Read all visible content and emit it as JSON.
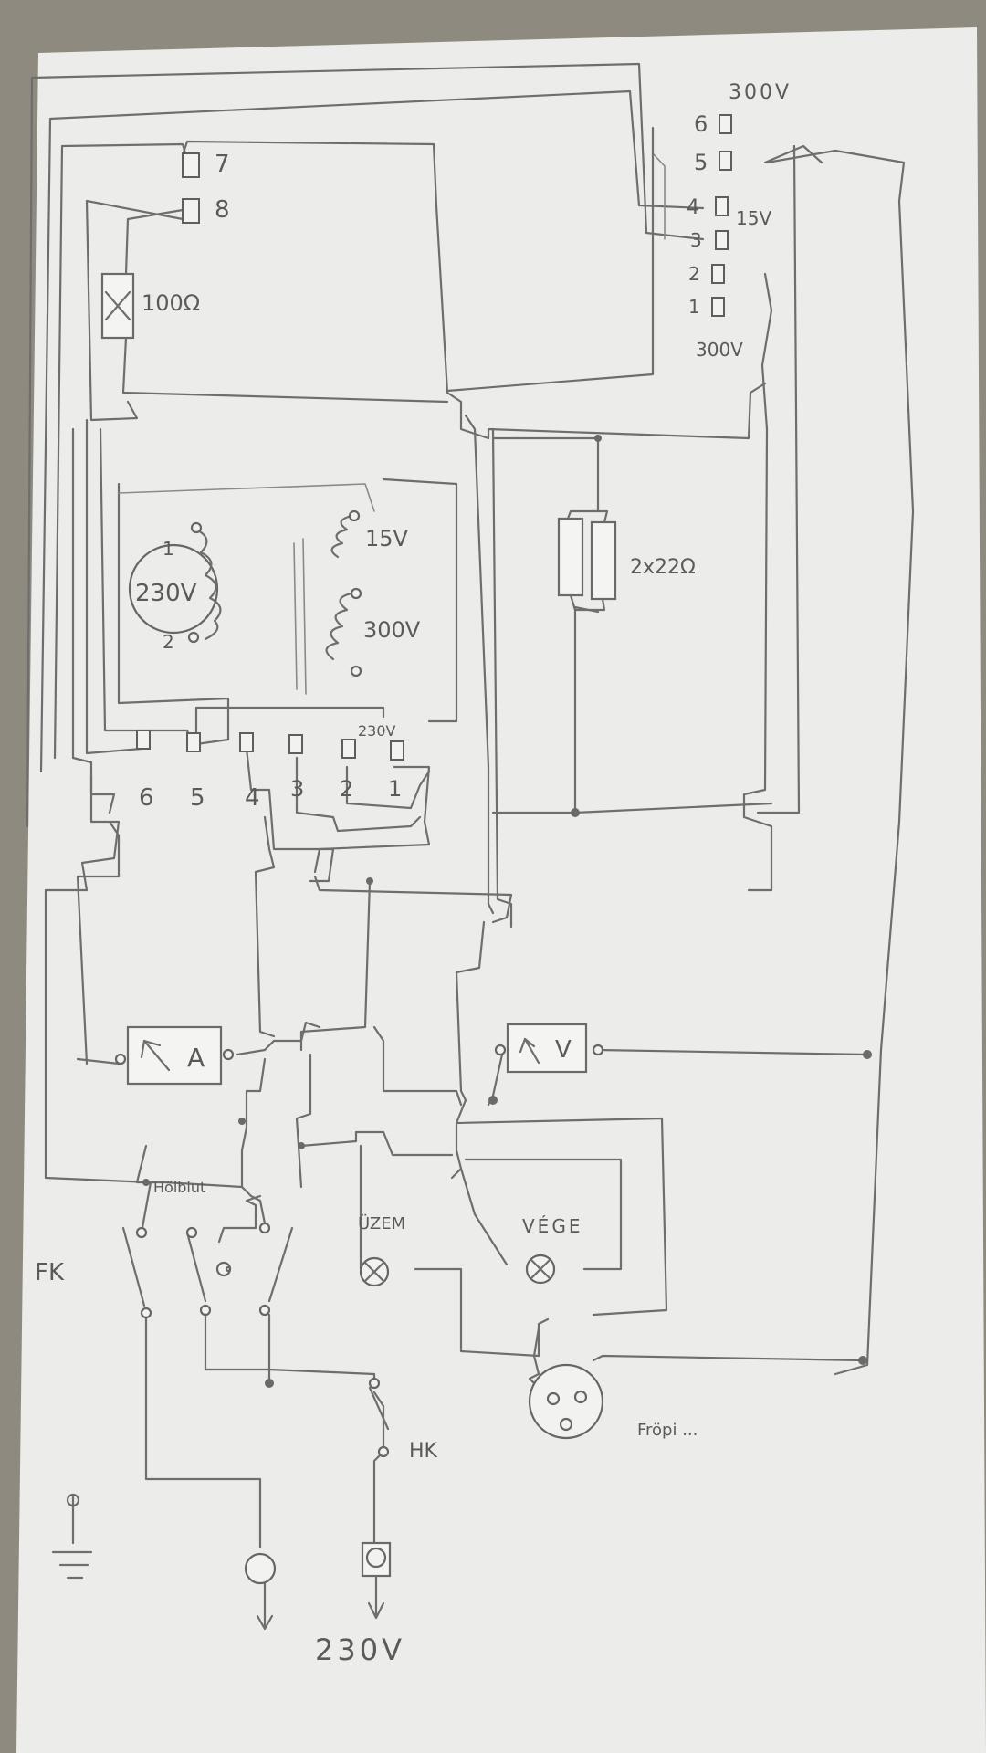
{
  "block_terminals": {
    "voltage_top": "300V",
    "numbers": [
      "6",
      "5",
      "4",
      "3",
      "2",
      "1"
    ],
    "voltage_mid": "15V",
    "voltage_bottom": "300V"
  },
  "upper_terminals": [
    "7",
    "8"
  ],
  "resistor_upper": "100Ω",
  "transformer": {
    "primary_voltage": "230V",
    "primary_tap_1": "1",
    "primary_tap_2": "2",
    "secondary_1": "15V",
    "secondary_2": "300V"
  },
  "terminal_strip": {
    "numbers": [
      "6",
      "5",
      "4",
      "3",
      "2",
      "1"
    ],
    "voltage": "230V"
  },
  "resistor_pair": "2x22Ω",
  "meters": {
    "ammeter": "A",
    "voltmeter": "V"
  },
  "switch_label": "Hőlbiut",
  "lamps": {
    "uzem": "ÜZEM",
    "vege": "VÉGE"
  },
  "socket_label": "Fröpi ...",
  "switch_fk": "FK",
  "switch_hk": "HK",
  "mains": "230V"
}
